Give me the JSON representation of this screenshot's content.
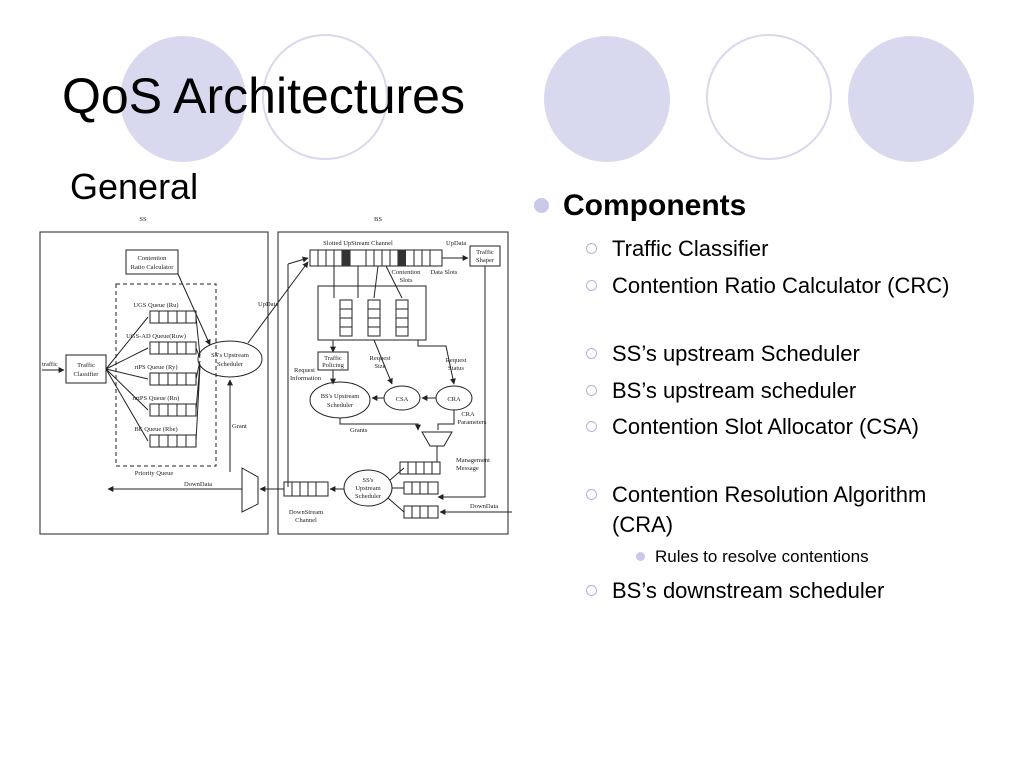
{
  "slide": {
    "title": "QoS Architectures",
    "subtitle": "General"
  },
  "diagram": {
    "ss_label": "SS",
    "bs_label": "BS",
    "contention_ratio_calculator": [
      "Contention",
      "Ratio Calculator"
    ],
    "queues": [
      "UGS Queue (Ru)",
      "UGS-AD Queue(Ruw)",
      "rtPS Queue (Ry)",
      "nrtPS Queue (Rn)",
      "BE Queue (Rbe)"
    ],
    "priority_queue": "Priority Queue",
    "traffic_in": "traffic",
    "traffic_classifier": [
      "Traffic",
      "Classifier"
    ],
    "ss_upstream_scheduler": [
      "SS's Upstream",
      "Scheduler"
    ],
    "updata": "UpData",
    "grant": "Grant",
    "downdata": "DownData",
    "slotted_upstream_channel": "Slotted UpStream Channel",
    "updata_bs": "UpData",
    "traffic_shaper": [
      "Traffic",
      "Shaper"
    ],
    "contention_slots": [
      "Contention",
      "Slots"
    ],
    "data_slots": "Data Slots",
    "traffic_policing": [
      "Traffic",
      "Policing"
    ],
    "request_information": [
      "Request",
      "Information"
    ],
    "request_size": [
      "Request",
      "Size"
    ],
    "request_status": [
      "Request",
      "Status"
    ],
    "bs_upstream_scheduler": [
      "BS's Upstream",
      "Scheduler"
    ],
    "csa": "CSA",
    "cra": "CRA",
    "cra_parameters": [
      "CRA",
      "Parameters"
    ],
    "grants": "Grants",
    "management_message": [
      "Management",
      "Message"
    ],
    "ss_upstream_scheduler_bottom": [
      "SS's",
      "Upstream",
      "Scheduler"
    ],
    "downstream_channel": [
      "DownStream",
      "Channel"
    ],
    "downdata_in": "DownData"
  },
  "components": {
    "heading": "Components",
    "items": [
      {
        "label": "Traffic Classifier"
      },
      {
        "label": "Contention Ratio Calculator (CRC)"
      },
      {
        "label": "SS’s upstream Scheduler"
      },
      {
        "label": "BS’s upstream scheduler"
      },
      {
        "label": "Contention Slot Allocator (CSA)"
      },
      {
        "label": "Contention Resolution Algorithm (CRA)"
      },
      {
        "label": "BS’s downstream scheduler"
      }
    ],
    "sub_item": "Rules to resolve contentions"
  },
  "colors": {
    "accent_circle": "#d8d8ee",
    "bullet": "#c8c8ea"
  }
}
